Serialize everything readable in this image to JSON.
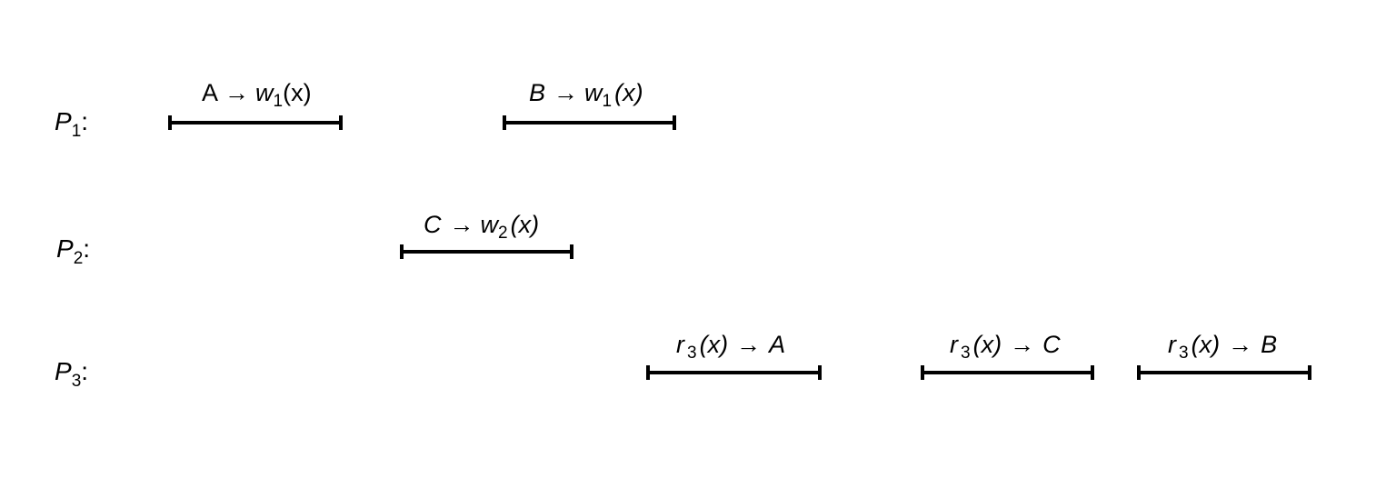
{
  "processes": [
    {
      "name": "P",
      "index": "1",
      "colon": ":"
    },
    {
      "name": "P",
      "index": "2",
      "colon": ":"
    },
    {
      "name": "P",
      "index": "3",
      "colon": ":"
    }
  ],
  "operations": [
    {
      "process": "P1",
      "kind": "write",
      "value": "A",
      "arrow": "→",
      "op": "w",
      "op_index": "1",
      "arg": "(x)"
    },
    {
      "process": "P1",
      "kind": "write",
      "value": "B",
      "arrow": "→",
      "op": "w",
      "op_index": "1",
      "arg": "(x)"
    },
    {
      "process": "P2",
      "kind": "write",
      "value": "C",
      "arrow": "→",
      "op": "w",
      "op_index": "2",
      "arg": "(x)"
    },
    {
      "process": "P3",
      "kind": "read",
      "value": "A",
      "arrow": "→",
      "op": "r",
      "op_index": "3",
      "arg": "(x)"
    },
    {
      "process": "P3",
      "kind": "read",
      "value": "C",
      "arrow": "→",
      "op": "r",
      "op_index": "3",
      "arg": "(x)"
    },
    {
      "process": "P3",
      "kind": "read",
      "value": "B",
      "arrow": "→",
      "op": "r",
      "op_index": "3",
      "arg": "(x)"
    }
  ]
}
